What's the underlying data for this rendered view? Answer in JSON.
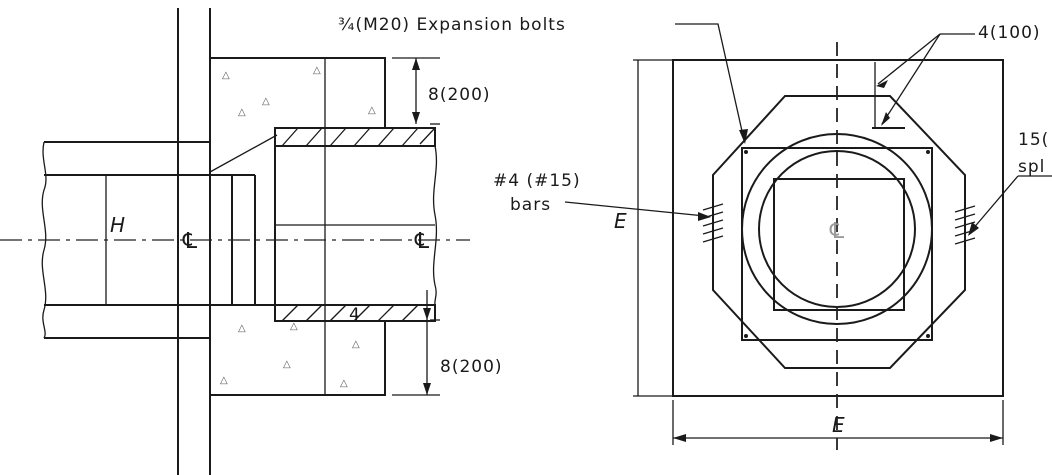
{
  "left_view": {
    "dimension_top": "8(200)",
    "dimension_bottom": "8(200)",
    "height_label": "H",
    "centerline_left": "℄",
    "centerline_right": "℄",
    "pipe_wall_mark": "4"
  },
  "right_view": {
    "bolt_label": "¾(M20) Expansion bolts",
    "spacing_label": "4(100)",
    "splice_label_line1": "15(",
    "splice_label_line2": "spl",
    "bars_label_line1": "#4 (#15)",
    "bars_label_line2": "bars",
    "width_label_side": "E",
    "width_label_bottom": "E",
    "centerline_symbol": "℄"
  },
  "colors": {
    "line": "#1a1a1a",
    "background": "#ffffff"
  }
}
